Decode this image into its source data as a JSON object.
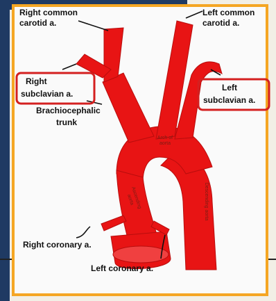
{
  "diagram": {
    "labels": {
      "right_common_carotid_line1": "Right common",
      "right_common_carotid_line2": "carotid a.",
      "left_common_carotid_line1": "Left common",
      "left_common_carotid_line2": "carotid a.",
      "right_subclavian_line1": "Right",
      "right_subclavian_line2": "subclavian a.",
      "left_subclavian_line1": "Left",
      "left_subclavian_line2": "subclavian a.",
      "brachiocephalic_line1": "Brachiocephalic",
      "brachiocephalic_line2": "trunk",
      "right_coronary": "Right coronary a.",
      "left_coronary": "Left coronary a."
    },
    "vessel_labels": {
      "arch_line1": "Arch of",
      "arch_line2": "aorta",
      "ascending_line1": "Ascending",
      "ascending_line2": "aorta",
      "descending": "Descending aorta"
    },
    "colors": {
      "vessel": "#e81414",
      "highlight_box": "#d42020",
      "frame_border": "#f5a623",
      "slide_bar": "#1f3a63"
    }
  }
}
